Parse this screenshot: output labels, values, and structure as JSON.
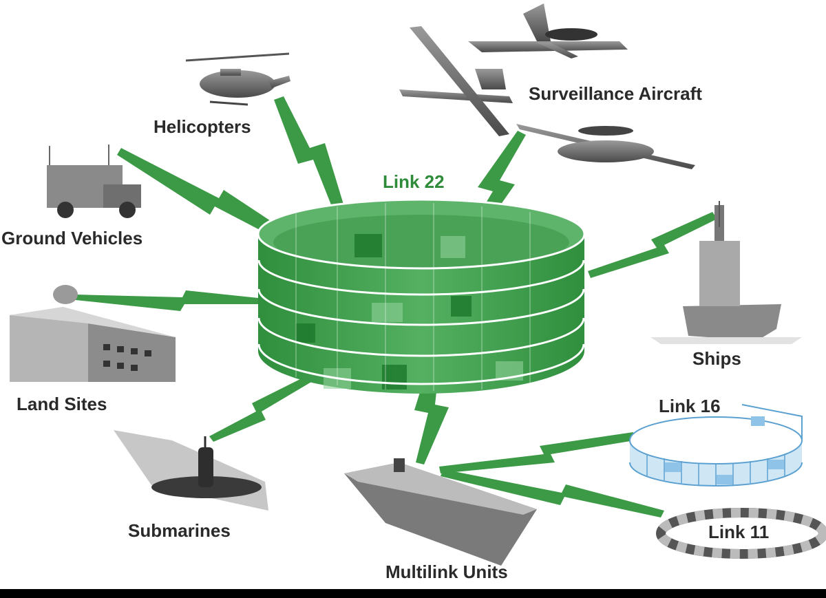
{
  "labels": {
    "helicopters": "Helicopters",
    "surveillance_aircraft": "Surveillance Aircraft",
    "ground_vehicles": "Ground Vehicles",
    "land_sites": "Land Sites",
    "submarines": "Submarines",
    "multilink_units": "Multilink Units",
    "ships": "Ships",
    "link22": "Link 22",
    "link16": "Link 16",
    "link11": "Link 11"
  },
  "colors": {
    "link22_green": "#2e8b3a",
    "link16_blue": "#8fc4e8",
    "link11_gray": "#777777",
    "bolt_green": "#3c9a46",
    "label_text": "#2a2a2a"
  }
}
